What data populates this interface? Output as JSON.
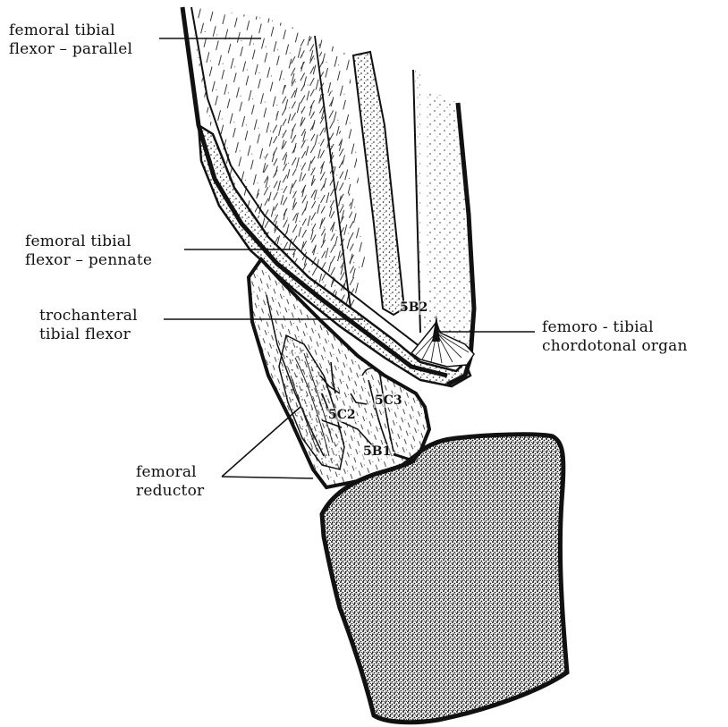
{
  "labels": {
    "femoral_tibial_flexor_parallel": [
      "femoral tibial",
      "flexor – parallel"
    ],
    "femoral_tibial_flexor_pennate": [
      "femoral tibial",
      "flexor – pennate"
    ],
    "trochanteral_tibial_flexor": [
      "trochanteral",
      "tibial flexor"
    ],
    "femoral_reductor": [
      "femoral",
      "reductor"
    ],
    "femoro_tibial_chordotonal_organ": [
      "femoro - tibial",
      "chordotonal organ"
    ]
  },
  "nerve_tags": {
    "n5B2": "5B2",
    "n5C3": "5C3",
    "n5C2": "5C2",
    "n5B1": "5B1"
  }
}
